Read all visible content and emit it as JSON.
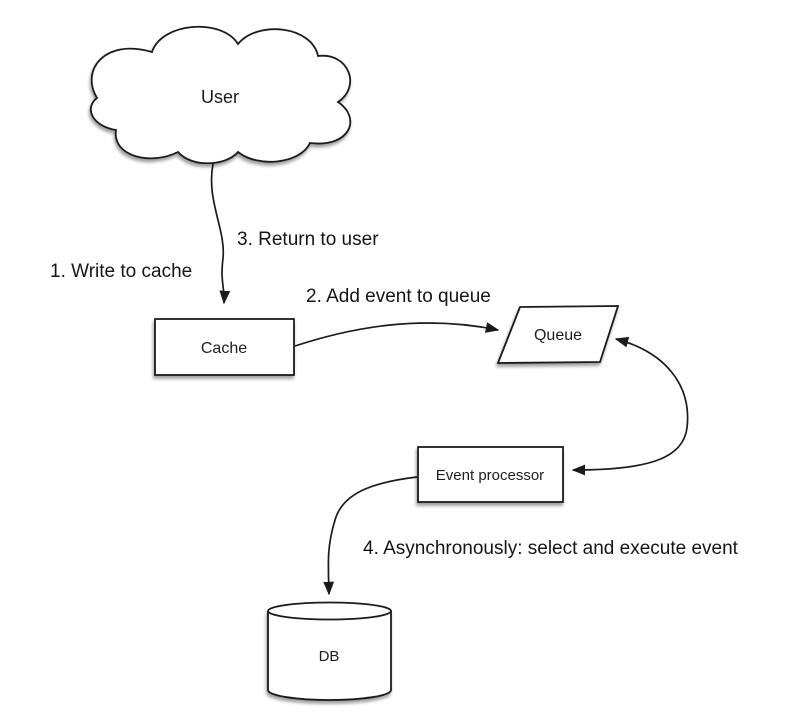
{
  "diagram": {
    "nodes": {
      "user": {
        "label": "User",
        "shape": "cloud"
      },
      "cache": {
        "label": "Cache",
        "shape": "rectangle"
      },
      "queue": {
        "label": "Queue",
        "shape": "parallelogram"
      },
      "event_processor": {
        "label": "Event processor",
        "shape": "rectangle"
      },
      "db": {
        "label": "DB",
        "shape": "cylinder"
      }
    },
    "steps": {
      "step1": "1. Write to cache",
      "step2": "2. Add event to queue",
      "step3": "3. Return to user",
      "step4": "4. Asynchronously: select and execute event"
    },
    "edges": [
      {
        "from": "user",
        "to": "cache",
        "style": "arrow"
      },
      {
        "from": "cache",
        "to": "queue",
        "style": "arrow"
      },
      {
        "from": "queue",
        "to": "event_processor",
        "style": "double-arrow"
      },
      {
        "from": "event_processor",
        "to": "db",
        "style": "arrow"
      }
    ],
    "colors": {
      "stroke": "#1b1b1b",
      "shape_fill": "#ffffff",
      "text": "#1d1d1f",
      "background": "#ffffff"
    }
  }
}
